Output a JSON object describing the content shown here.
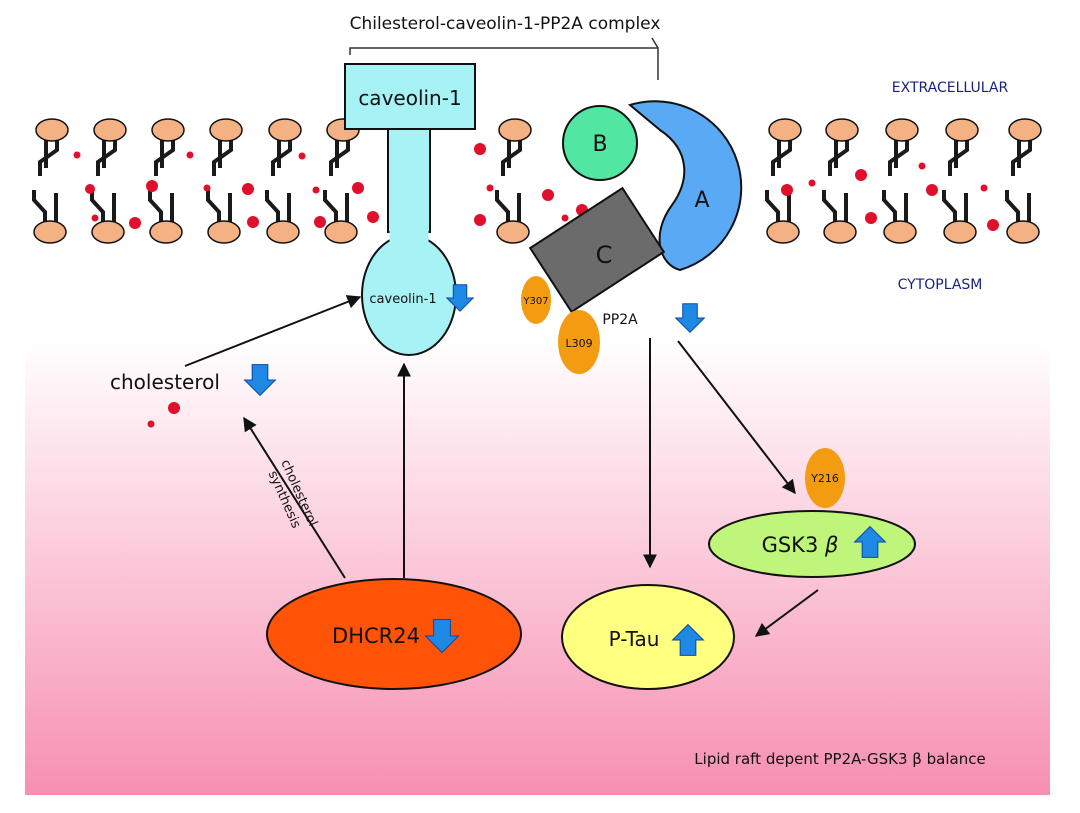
{
  "title": "Chilesterol-caveolin-1-PP2A complex",
  "regions": {
    "extracellular": "EXTRACELLULAR",
    "cytoplasm": "CYTOPLASM"
  },
  "nodes": {
    "caveolin_top": "caveolin-1",
    "caveolin_bottom": "caveolin-1",
    "pp2a_b": "B",
    "pp2a_a": "A",
    "pp2a_c": "C",
    "y307": "Y307",
    "l309": "L309",
    "pp2a": "PP2A",
    "cholesterol": "cholesterol",
    "synthesis_1": "cholesterol",
    "synthesis_2": "synthesis",
    "y216": "Y216",
    "gsk3b": "GSK3",
    "gsk3b_beta": "β",
    "dhcr24": "DHCR24",
    "ptau": "P-Tau"
  },
  "footer": "Lipid raft depent PP2A-GSK3 β  balance",
  "colors": {
    "lipid_head": "#f4b183",
    "lipid_tail": "#1a1a1a",
    "cholesterol_dot": "#e0102c",
    "caveolin": "#a6f2f5",
    "pp2a_a": "#5aa9f5",
    "pp2a_b": "#52e6a3",
    "pp2a_c": "#6b6b6b",
    "residue": "#f39c12",
    "gsk3b": "#bff57a",
    "dhcr24": "#ff5308",
    "ptau": "#ffff80",
    "arrow_blue": "#1e88e5",
    "label_blue": "#1a237e",
    "bg_gradient_end": "#f78fb2"
  },
  "indicators": {
    "caveolin_bottom": "down",
    "pp2a": "down",
    "cholesterol": "down",
    "gsk3b": "up",
    "dhcr24": "down",
    "ptau": "up"
  }
}
